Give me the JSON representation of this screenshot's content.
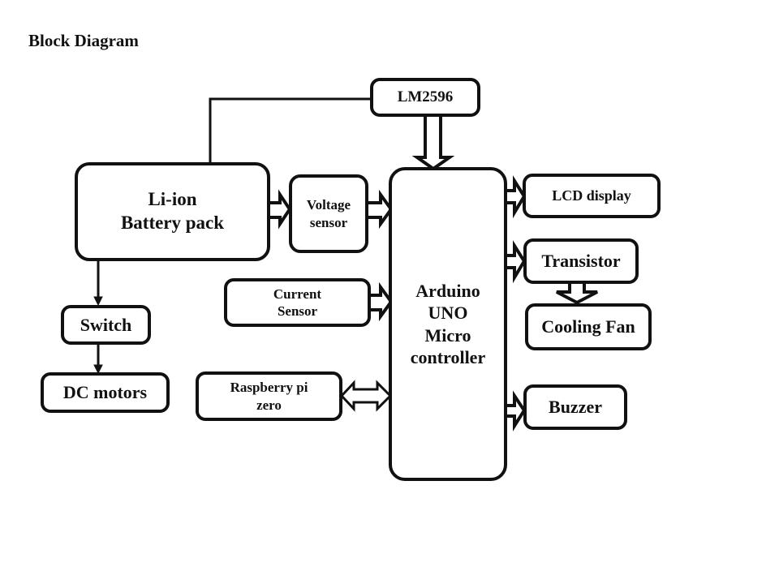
{
  "title": "Block Diagram",
  "blocks": {
    "lm2596": "LM2596",
    "battery": "Li-ion\nBattery pack",
    "voltage_sensor": "Voltage\nsensor",
    "current_sensor": "Current\nSensor",
    "raspberry": "Raspberry pi\nzero",
    "arduino": "Arduino\nUNO\nMicro\ncontroller",
    "lcd": "LCD display",
    "transistor": "Transistor",
    "cooling_fan": "Cooling Fan",
    "buzzer": "Buzzer",
    "switch": "Switch",
    "dc_motors": "DC motors"
  },
  "connections": [
    {
      "from": "Li-ion Battery pack",
      "to": "LM2596",
      "type": "line"
    },
    {
      "from": "LM2596",
      "to": "Arduino UNO Micro controller",
      "type": "block-arrow"
    },
    {
      "from": "Li-ion Battery pack",
      "to": "Voltage sensor",
      "type": "block-arrow"
    },
    {
      "from": "Voltage sensor",
      "to": "Arduino UNO Micro controller",
      "type": "block-arrow"
    },
    {
      "from": "Current Sensor",
      "to": "Arduino UNO Micro controller",
      "type": "block-arrow"
    },
    {
      "from": "Raspberry pi zero",
      "to": "Arduino UNO Micro controller",
      "type": "double-arrow"
    },
    {
      "from": "Arduino UNO Micro controller",
      "to": "LCD display",
      "type": "block-arrow"
    },
    {
      "from": "Arduino UNO Micro controller",
      "to": "Transistor",
      "type": "block-arrow"
    },
    {
      "from": "Transistor",
      "to": "Cooling Fan",
      "type": "block-arrow"
    },
    {
      "from": "Arduino UNO Micro controller",
      "to": "Buzzer",
      "type": "block-arrow"
    },
    {
      "from": "Li-ion Battery pack",
      "to": "Switch",
      "type": "arrow"
    },
    {
      "from": "Switch",
      "to": "DC motors",
      "type": "arrow"
    }
  ]
}
